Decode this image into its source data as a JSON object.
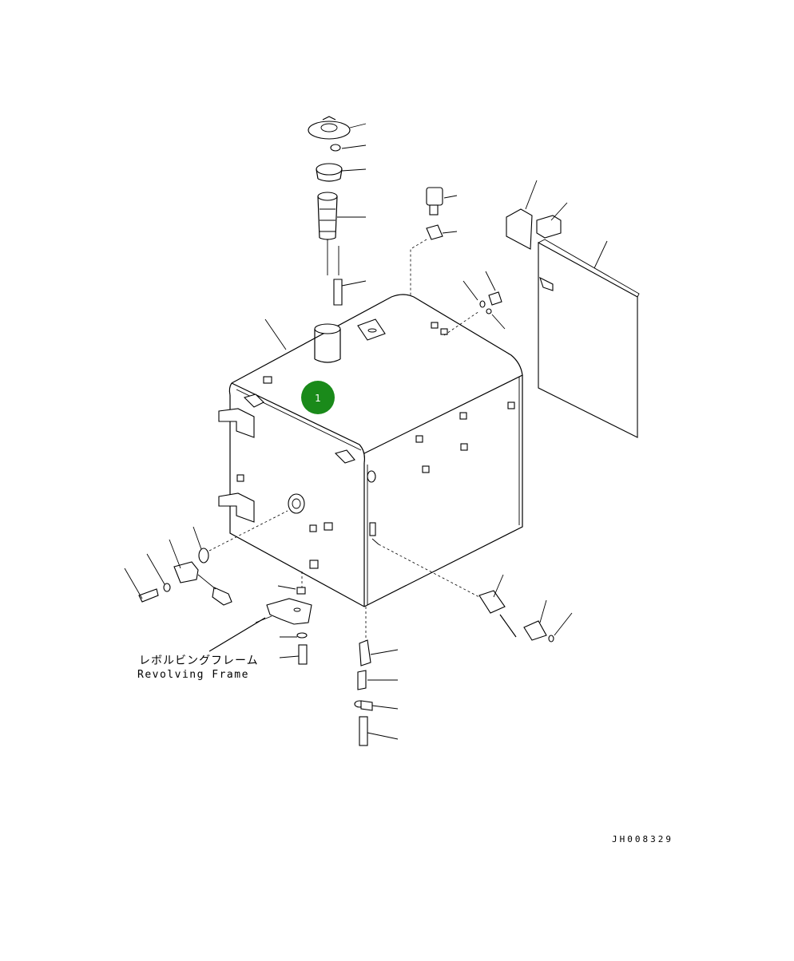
{
  "diagram": {
    "frame_label_jp": "レボルビングフレーム",
    "frame_label_en": "Revolving Frame",
    "drawing_code": "JH008329",
    "hotspots": [
      {
        "label": "1",
        "color": "#1a8a1a"
      }
    ]
  }
}
